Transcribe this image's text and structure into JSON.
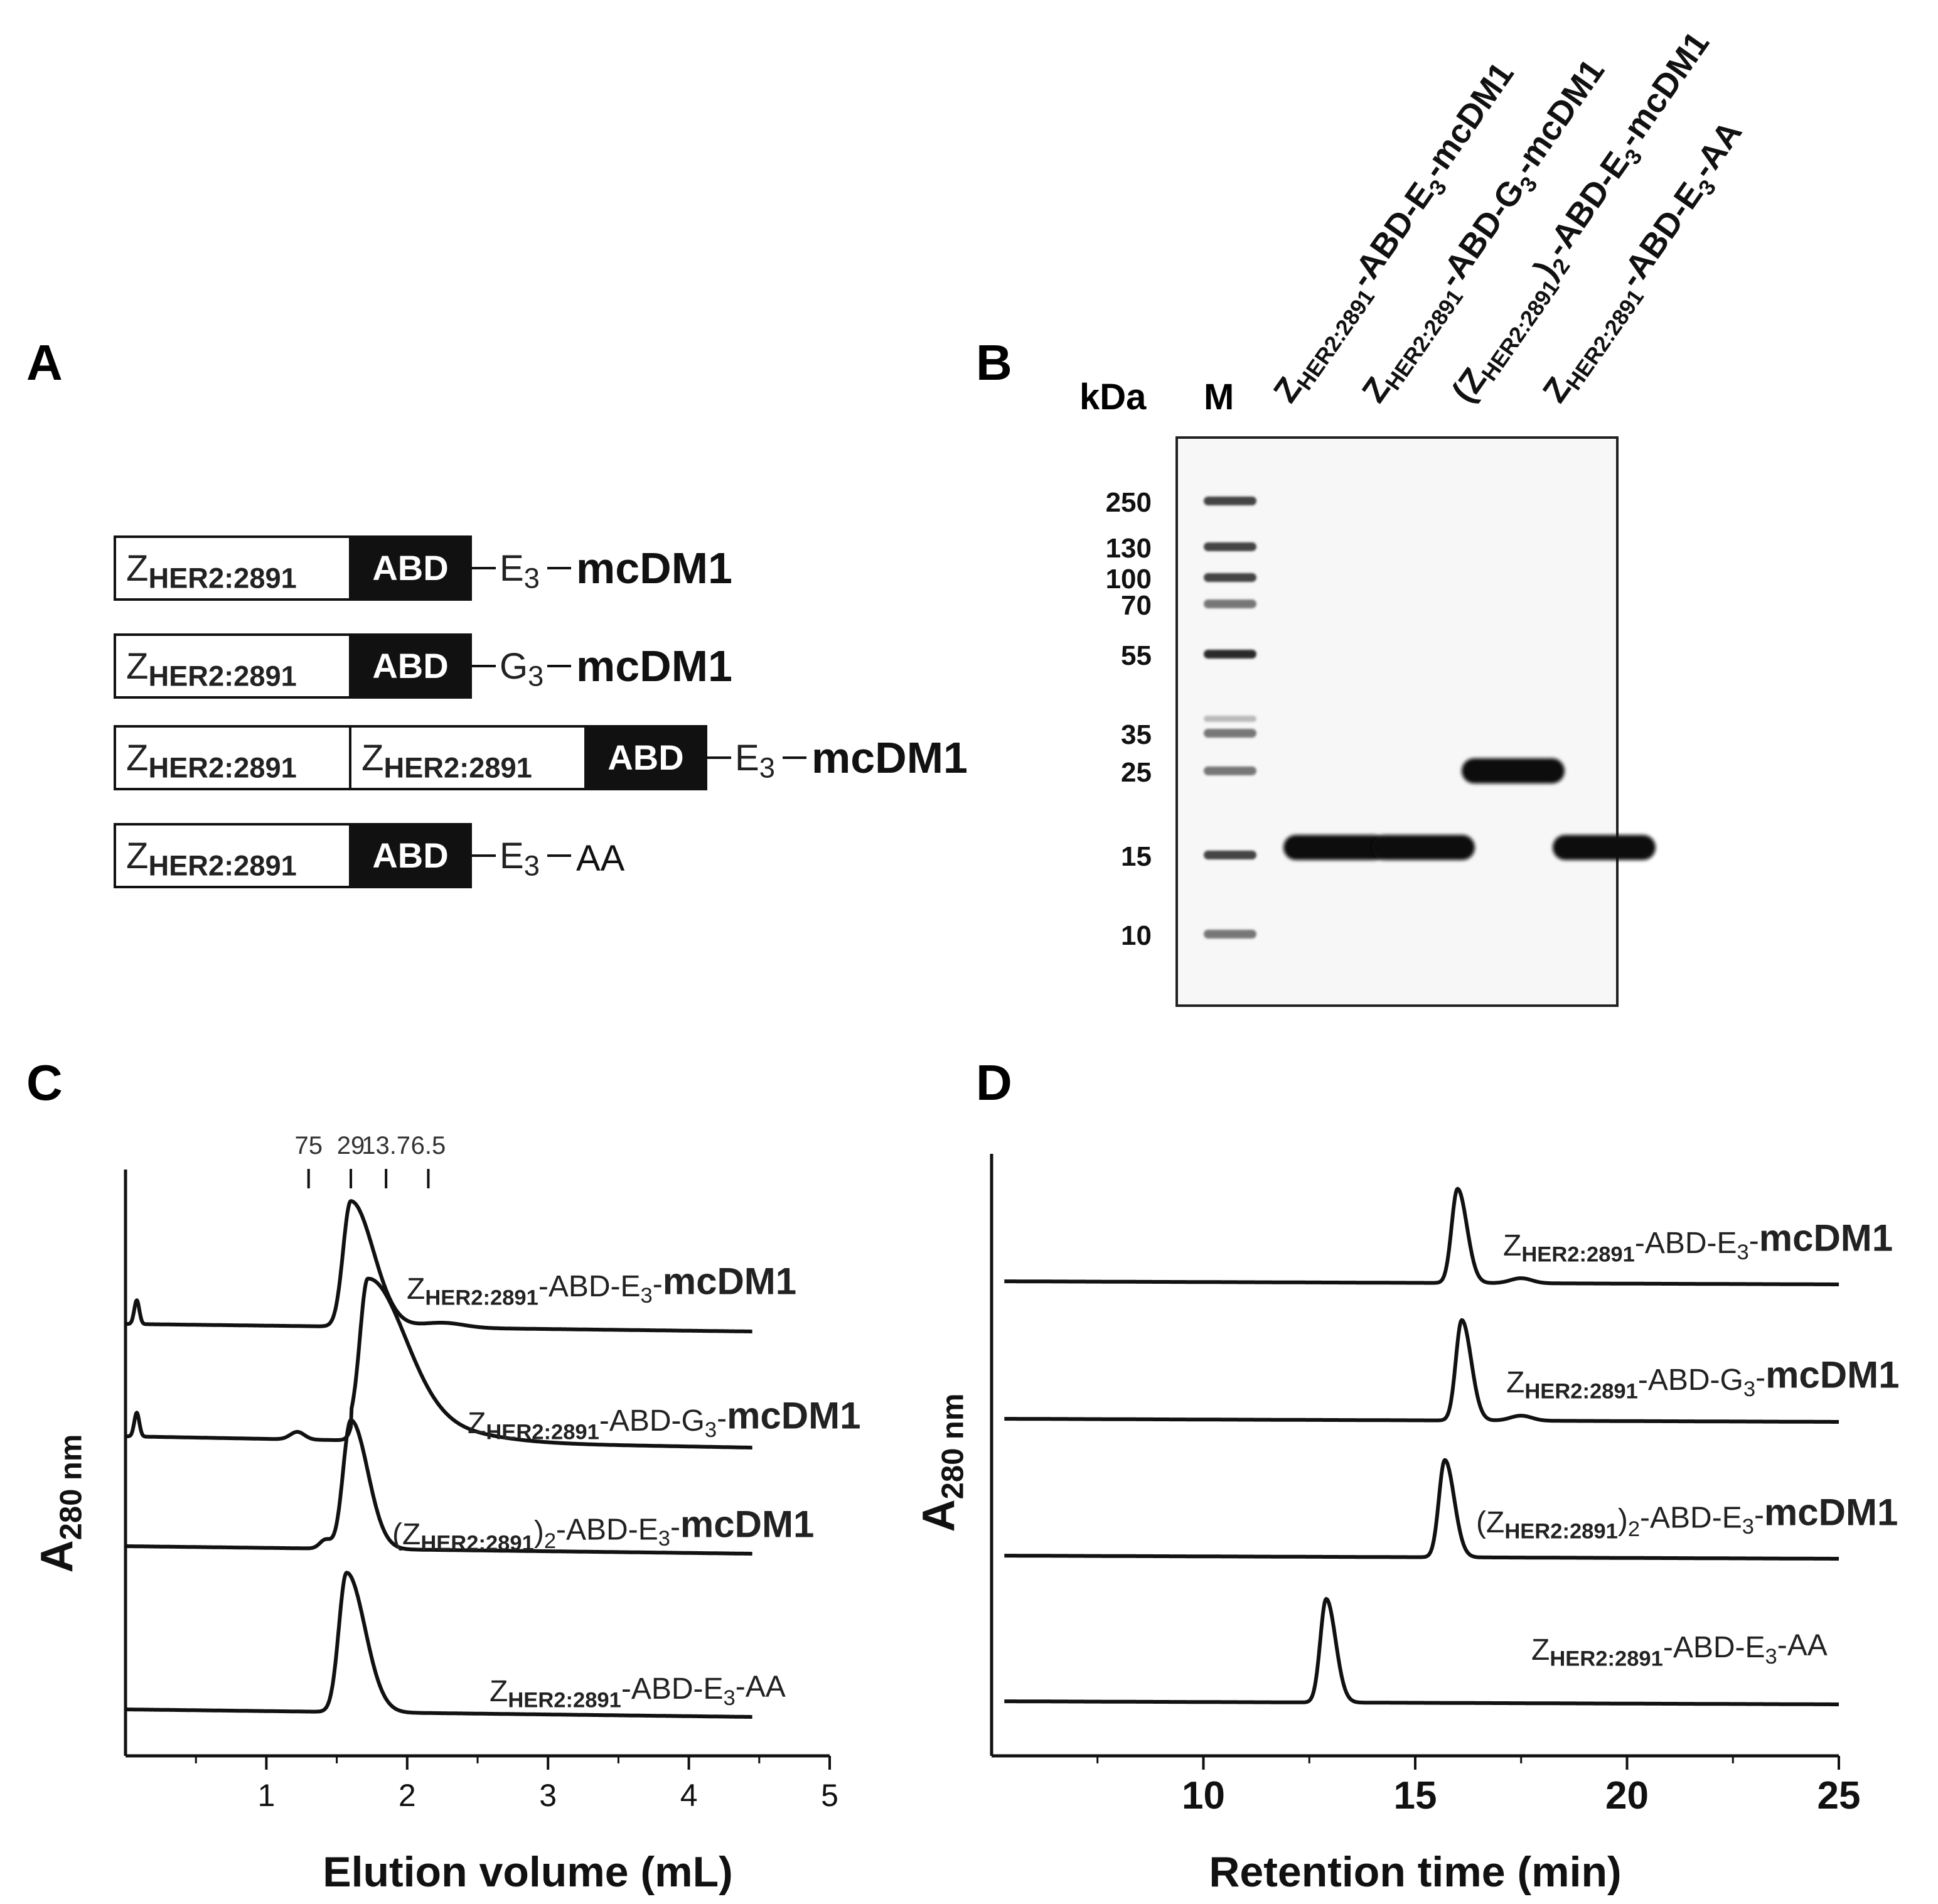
{
  "panel_labels": {
    "a": "A",
    "b": "B",
    "c": "C",
    "d": "D"
  },
  "constructs": [
    {
      "domains": [
        "ZHER2:2891"
      ],
      "abd": "ABD",
      "linker": "E3",
      "payload": "mcDM1",
      "payload_bold": true
    },
    {
      "domains": [
        "ZHER2:2891"
      ],
      "abd": "ABD",
      "linker": "G3",
      "payload": "mcDM1",
      "payload_bold": true
    },
    {
      "domains": [
        "ZHER2:2891",
        "ZHER2:2891"
      ],
      "abd": "ABD",
      "linker": "E3",
      "payload": "mcDM1",
      "payload_bold": true
    },
    {
      "domains": [
        "ZHER2:2891"
      ],
      "abd": "ABD",
      "linker": "E3",
      "payload": "AA",
      "payload_bold": false
    }
  ],
  "gel": {
    "kda_label": "kDa",
    "marker_lane_label": "M",
    "marker_kda": [
      "250",
      "130",
      "100",
      "70",
      "55",
      "35",
      "25",
      "15",
      "10"
    ],
    "lanes": [
      {
        "label": "ZHER2:2891-ABD-E3-mcDM1",
        "band_kda": 15
      },
      {
        "label": "ZHER2:2891-ABD-G3-mcDM1",
        "band_kda": 15
      },
      {
        "label": "(ZHER2:2891)2-ABD-E3-mcDM1",
        "band_kda": 25
      },
      {
        "label": "ZHER2:2891-ABD-E3-AA",
        "band_kda": 15
      }
    ]
  },
  "chart_data": [
    {
      "panel": "C",
      "type": "line",
      "xlabel": "Elution volume (mL)",
      "ylabel": "A280 nm",
      "xlim": [
        0,
        5
      ],
      "xticks": [
        "1",
        "2",
        "3",
        "4",
        "5"
      ],
      "marker_labels": [
        {
          "label": "75",
          "x": 1.3
        },
        {
          "label": "29",
          "x": 1.6
        },
        {
          "label": "13.7",
          "x": 1.85
        },
        {
          "label": "6.5",
          "x": 2.15
        }
      ],
      "series": [
        {
          "name": "ZHER2:2891-ABD-E3-mcDM1",
          "peak_x": 1.6,
          "early_x": 0.08
        },
        {
          "name": "ZHER2:2891-ABD-G3-mcDM1",
          "peak_x": 1.72,
          "early_x": 0.08
        },
        {
          "name": "(ZHER2:2891)2-ABD-E3-mcDM1",
          "peak_x": 1.6,
          "early_x": null
        },
        {
          "name": "ZHER2:2891-ABD-E3-AA",
          "peak_x": 1.57,
          "early_x": null
        }
      ]
    },
    {
      "panel": "D",
      "type": "line",
      "xlabel": "Retention time (min)",
      "ylabel": "A280 nm",
      "xlim": [
        5,
        25
      ],
      "xticks": [
        "10",
        "15",
        "20",
        "25"
      ],
      "series": [
        {
          "name": "ZHER2:2891-ABD-E3-mcDM1",
          "peak_x": 16.0
        },
        {
          "name": "ZHER2:2891-ABD-G3-mcDM1",
          "peak_x": 16.1
        },
        {
          "name": "(ZHER2:2891)2-ABD-E3-mcDM1",
          "peak_x": 15.7
        },
        {
          "name": "ZHER2:2891-ABD-E3-AA",
          "peak_x": 12.9
        }
      ]
    }
  ]
}
